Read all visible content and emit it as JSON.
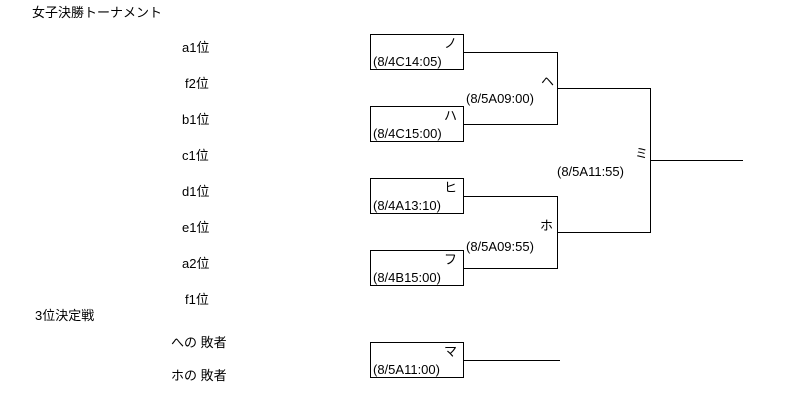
{
  "title": "女子決勝トーナメント",
  "bracket": {
    "entrants": [
      "a1位",
      "f2位",
      "b1位",
      "c1位",
      "d1位",
      "e1位",
      "a2位",
      "f1位"
    ],
    "round1": [
      {
        "name": "ノ",
        "time": "(8/4C14:05)"
      },
      {
        "name": "ハ",
        "time": "(8/4C15:00)"
      },
      {
        "name": "ヒ",
        "time": "(8/4A13:10)"
      },
      {
        "name": "フ",
        "time": "(8/4B15:00)"
      }
    ],
    "semifinals": [
      {
        "name": "ヘ",
        "time": "(8/5A09:00)"
      },
      {
        "name": "ホ",
        "time": "(8/5A09:55)"
      }
    ],
    "final": {
      "name": "ミ",
      "time": "(8/5A11:55)"
    }
  },
  "third_place": {
    "title": "3位決定戦",
    "entrants": [
      "への 敗者",
      "ホの 敗者"
    ],
    "match": {
      "name": "マ",
      "time": "(8/5A11:00)"
    }
  },
  "colors": {
    "line": "#000000",
    "background": "#ffffff",
    "text": "#000000"
  }
}
